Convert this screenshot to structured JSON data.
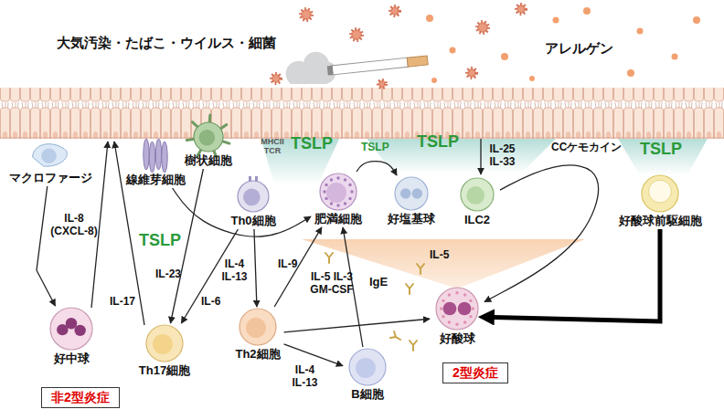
{
  "diagram": {
    "nodes": [
      {
        "text": [
          "マクロファージ"
        ]
      },
      {
        "text": [
          "線維芽細胞"
        ]
      },
      {
        "text": [
          "樹状細胞"
        ]
      },
      {
        "text": [
          "Th0細胞"
        ]
      },
      {
        "text": [
          "肥満細胞"
        ]
      },
      {
        "text": [
          "好塩基球"
        ]
      },
      {
        "text": [
          "ILC2"
        ]
      },
      {
        "text": [
          "好酸球前駆細胞"
        ]
      },
      {
        "text": [
          "好中球"
        ]
      },
      {
        "text": [
          "Th17細胞"
        ]
      },
      {
        "text": [
          "Th2細胞"
        ]
      },
      {
        "text": [
          "B細胞"
        ]
      },
      {
        "text": [
          "好酸球"
        ]
      },
      {
        "text": [
          "非2型炎症"
        ]
      },
      {
        "text": [
          "2型炎症"
        ]
      }
    ],
    "edges": [
      {
        "from": 0,
        "to": 8,
        "label": "IL-8 (CXCL-8)",
        "arrow": "to"
      },
      {
        "from": 2,
        "to": 9,
        "label": "IL-23",
        "arrow": "to"
      },
      {
        "from": 3,
        "to": 9,
        "label": "IL-6",
        "arrow": "to"
      },
      {
        "from": 3,
        "to": 10,
        "label": "IL-4 IL-13",
        "arrow": "to"
      },
      {
        "from": 1,
        "to": 4,
        "label": "TSLP",
        "arrow": "to"
      },
      {
        "from": 4,
        "to": 5,
        "label": "TSLP",
        "arrow": "to"
      },
      {
        "from": 10,
        "to": 4,
        "label": "IL-9",
        "arrow": "to"
      },
      {
        "from": 10,
        "to": 12,
        "label": "IL-5 IL-3 GM-CSF",
        "arrow": "to"
      },
      {
        "from": 10,
        "to": 11,
        "label": "IL-4 IL-13",
        "arrow": "to"
      },
      {
        "from": 11,
        "to": 4,
        "label": "IgE",
        "arrow": "to"
      },
      {
        "from": 6,
        "to": 12,
        "label": "CCケモカイン",
        "arrow": "to"
      },
      {
        "from": 7,
        "to": 12,
        "arrow": "to"
      }
    ],
    "labels": [
      "大気汚染・たばこ・ウイルス・細菌",
      "アレルゲン",
      "TSLP",
      "TSLP",
      "TSLP",
      "MHCII TCR",
      "IL-25 IL-33",
      "IL-5",
      "IL-17"
    ]
  }
}
